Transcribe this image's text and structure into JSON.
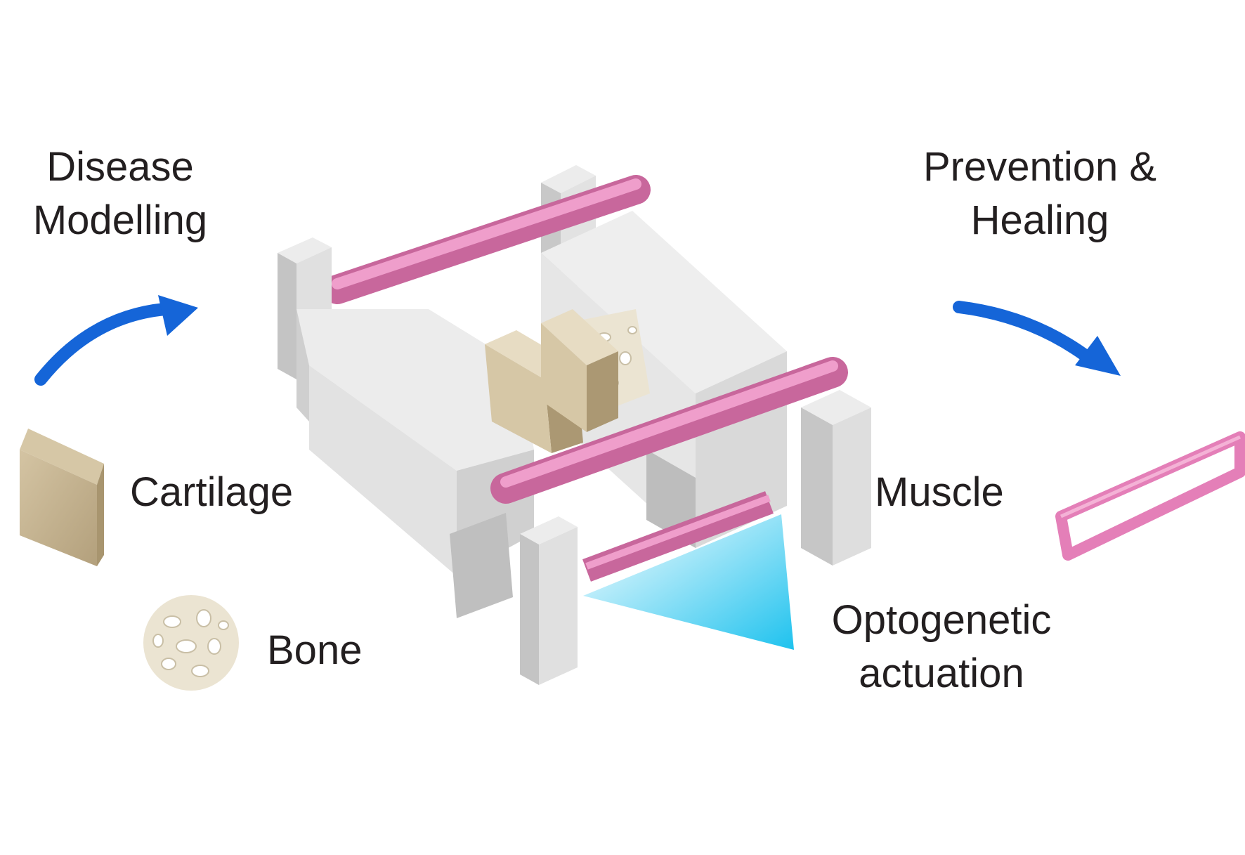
{
  "labels": {
    "disease_modelling": [
      "Disease",
      "Modelling"
    ],
    "prevention_healing": [
      "Prevention &",
      "Healing"
    ],
    "cartilage": "Cartilage",
    "bone": "Bone",
    "muscle": "Muscle",
    "optogenetic_actuation": [
      "Optogenetic",
      "actuation"
    ]
  },
  "colors": {
    "arrow": "#1565d8",
    "muscle": "#e47fb8",
    "frame": "#dcdcdc",
    "cartilage": "#c6b38f",
    "bone": "#ebe4d2",
    "light": "#24c6ef"
  }
}
